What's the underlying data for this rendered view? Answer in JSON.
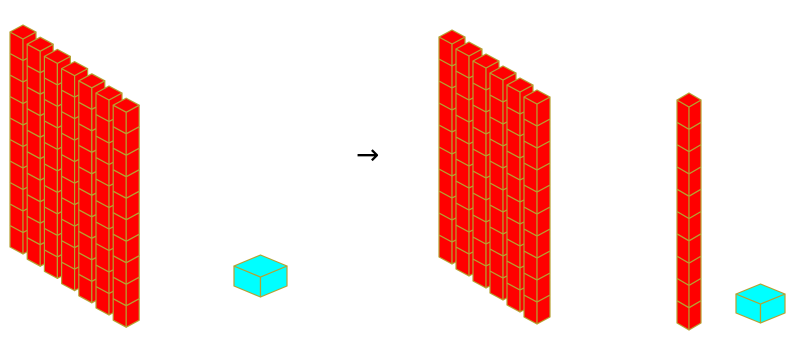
{
  "arrow_symbol": "→",
  "colors": {
    "block_face": "#ff0000",
    "block_top": "#ff0000",
    "block_side": "#ff0000",
    "block_edge": "#b5a131",
    "unit_face": "#00ffff",
    "unit_top": "#00ffff",
    "unit_side": "#00ffff",
    "unit_edge": "#b5a131"
  },
  "groups": [
    {
      "name": "left-flat",
      "columns": 7,
      "cubes_per_column": 10
    },
    {
      "name": "left-unit",
      "columns": 1,
      "cubes_per_column": 1
    },
    {
      "name": "right-flat",
      "columns": 6,
      "cubes_per_column": 10
    },
    {
      "name": "right-rod",
      "columns": 1,
      "cubes_per_column": 10
    },
    {
      "name": "right-unit",
      "columns": 1,
      "cubes_per_column": 1
    }
  ]
}
